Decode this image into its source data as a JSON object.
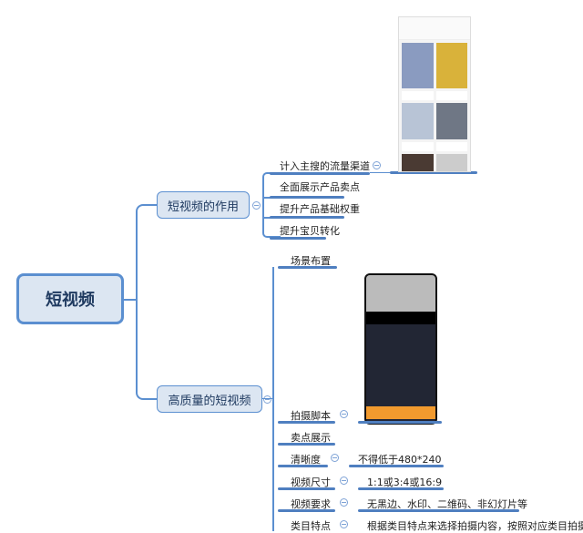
{
  "root": {
    "label": "短视频"
  },
  "branches": [
    {
      "label": "短视频的作用",
      "children": [
        "计入主搜的流量渠道",
        "全面展示产品卖点",
        "提升产品基础权重",
        "提升宝贝转化"
      ]
    },
    {
      "label": "高质量的短视频",
      "children": [
        {
          "label": "场景布置"
        },
        {
          "label": "拍摄脚本"
        },
        {
          "label": "卖点展示"
        },
        {
          "label": "清晰度",
          "detail": "不得低于480*240"
        },
        {
          "label": "视频尺寸",
          "detail": "1:1或3:4或16:9"
        },
        {
          "label": "视频要求",
          "detail": "无黑边、水印、二维码、非幻灯片等"
        },
        {
          "label": "类目特点",
          "detail": "根据类目特点来选择拍摄内容，按照对应类目拍摄即可"
        }
      ]
    }
  ],
  "colors": {
    "accent": "#5b8fd0",
    "node_fill": "#dce6f2"
  }
}
